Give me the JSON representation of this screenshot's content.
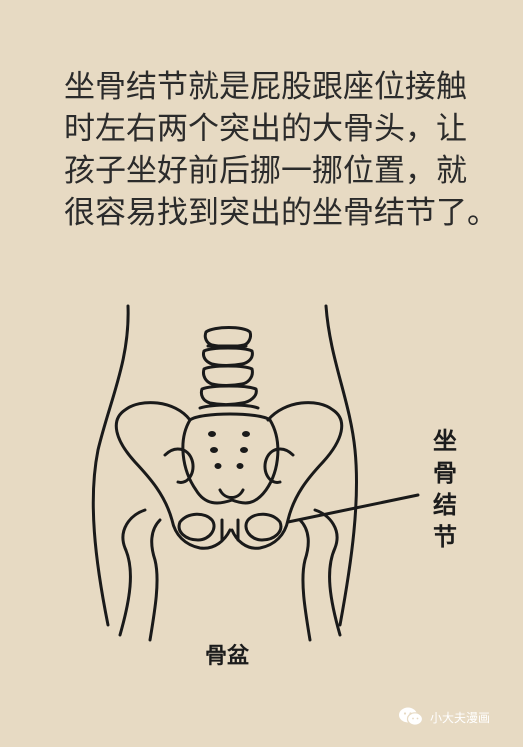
{
  "caption": {
    "lines": [
      "坐骨结节就是屁股跟座位接触",
      "时左右两个突出的大骨头，让",
      "孩子坐好前后挪一挪位置，就",
      "很容易找到突出的坐骨结节了。"
    ]
  },
  "labels": {
    "ischial_tuberosity": [
      "坐",
      "骨",
      "结",
      "节"
    ],
    "pelvis": "骨盆"
  },
  "watermark": {
    "text": "小大夫漫画",
    "icon": "wechat-icon"
  },
  "colors": {
    "background": "#e7dac3",
    "line": "#1a1a1a"
  }
}
